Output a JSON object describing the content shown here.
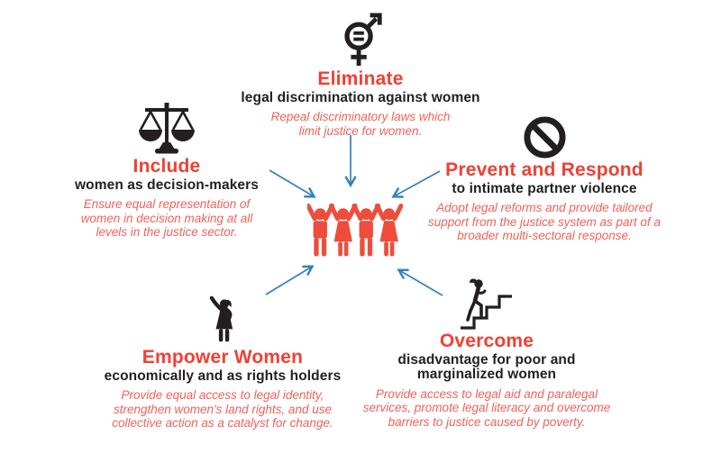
{
  "palette": {
    "accent_red": "#ee4134",
    "accent_red_light": "#f0625a",
    "text_dark": "#231f20",
    "arrow_blue": "#3381bd",
    "figures_red": "#ee4d3c"
  },
  "center": {
    "icon": "people-arms-raised-icon"
  },
  "sections": {
    "eliminate": {
      "icon": "gender-equality-icon",
      "title": "Eliminate",
      "subtitle": "legal discrimination against women",
      "description": "Repeal discriminatory laws which limit justice for women."
    },
    "include": {
      "icon": "scales-of-justice-icon",
      "title": "Include",
      "subtitle": "women as decision-makers",
      "description": "Ensure equal representation of women in decision making at all levels in the justice sector."
    },
    "prevent": {
      "icon": "no-symbol-icon",
      "title": "Prevent and Respond",
      "subtitle": "to intimate partner violence",
      "description": "Adopt legal reforms and provide tailored support from the justice system as part of a broader multi-sectoral response."
    },
    "empower": {
      "icon": "woman-raising-arm-icon",
      "title": "Empower Women",
      "subtitle": "economically and as rights holders",
      "description": "Provide equal access to legal identity, strengthen women's land rights, and use collective action as a catalyst for change."
    },
    "overcome": {
      "icon": "woman-climbing-stairs-icon",
      "title": "Overcome",
      "subtitle": "disadvantage for poor and marginalized women",
      "description": "Provide access to legal aid and paralegal services, promote legal literacy and overcome barriers to justice caused by poverty."
    }
  }
}
